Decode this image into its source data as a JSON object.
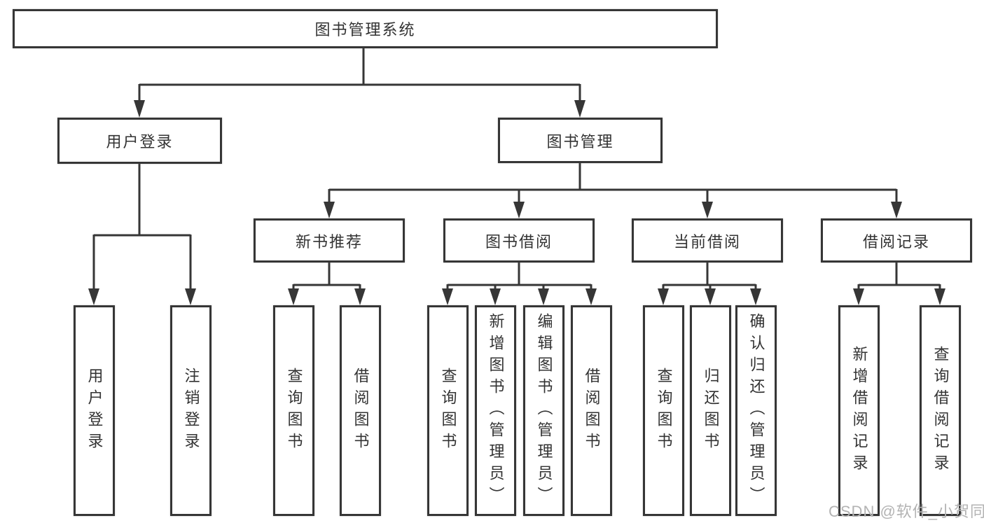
{
  "diagram": {
    "root": "图书管理系统",
    "level2": [
      "用户登录",
      "图书管理"
    ],
    "level3": [
      "新书推荐",
      "图书借阅",
      "当前借阅",
      "借阅记录"
    ],
    "leaves": {
      "user_login": [
        "用户登录",
        "注销登录"
      ],
      "new_book_rec": [
        "查询图书",
        "借阅图书"
      ],
      "book_borrow": [
        "查询图书",
        "新增图书（管理员）",
        "编辑图书（管理员）",
        "借阅图书"
      ],
      "current_borrow": [
        "查询图书",
        "归还图书",
        "确认归还（管理员）"
      ],
      "borrow_records": [
        "新增借阅记录",
        "查询借阅记录"
      ]
    }
  },
  "watermark": "CSDN @软件_小贺同学",
  "colors": {
    "line": "#363636",
    "text": "#333333",
    "watermark": "#b3b3b3",
    "background": "#ffffff"
  }
}
